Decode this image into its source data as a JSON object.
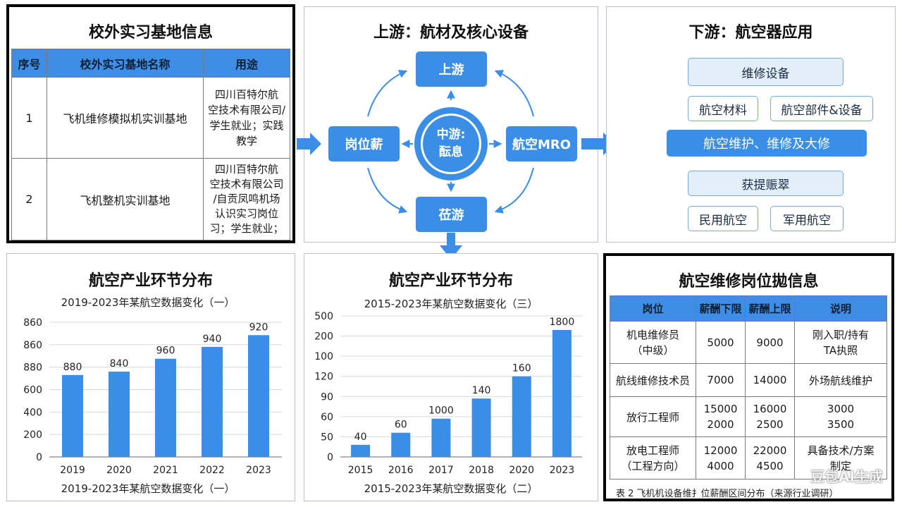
{
  "base_panel": {
    "title": "校外实习基地信息",
    "headers": [
      "序号",
      "校外实习基地名称",
      "用途"
    ],
    "rows": [
      {
        "no": "1",
        "name": "飞机维修模拟机实训基地",
        "use": [
          "四川百特尔航",
          "空技术有限公司/",
          "学生就业；实践",
          "教学"
        ]
      },
      {
        "no": "2",
        "name": "飞机整机实训基地",
        "use": [
          "四川百特尔航",
          "空技术有限公司",
          "/自贡凤鸣机场",
          "认识实习岗位",
          "习；学生就业；"
        ]
      }
    ]
  },
  "upstream_panel": {
    "title": "上游：航材及核心设备",
    "center": [
      "中游:",
      "酝息"
    ],
    "top": "上游",
    "bottom": "莅游",
    "left": "岗位薪",
    "right": "航空MRO"
  },
  "downstream_panel": {
    "title": "下游：航空器应用",
    "items": {
      "maintenance_equipment": "维修设备",
      "materials": "航空材料",
      "parts": "航空部件&设备",
      "main": "航空维护、维修及大修",
      "garbled": "获提赈翠",
      "civil": "民用航空",
      "military": "军用航空"
    }
  },
  "chart1_panel": {
    "title": "航空产业环节分布"
  },
  "chart2_panel": {
    "title": "航空产业环节分布"
  },
  "salary_panel": {
    "title": "航空维修岗位拋信息",
    "headers": [
      "岗位",
      "薪酬下限",
      "薪酬上限",
      "说明"
    ],
    "rows": [
      {
        "job": [
          "机电维修员",
          "（中级）"
        ],
        "low": [
          "5000"
        ],
        "high": [
          "9000"
        ],
        "note": [
          "刚入职/持有",
          "TA执照"
        ]
      },
      {
        "job": [
          "航线维修技术员"
        ],
        "low": [
          "7000"
        ],
        "high": [
          "14000"
        ],
        "note": [
          "外场航线维护"
        ]
      },
      {
        "job": [
          "放行工程师"
        ],
        "low": [
          "15000",
          "2000"
        ],
        "high": [
          "16000",
          "2500"
        ],
        "note": [
          "3000",
          "3500"
        ]
      },
      {
        "job": [
          "放电工程师",
          "（工程方向）"
        ],
        "low": [
          "12000",
          "4000"
        ],
        "high": [
          "22000",
          "4500"
        ],
        "note": [
          "具备技术/方案",
          "制定"
        ]
      }
    ],
    "caption": "表 2   飞机机设备维扌位薪酬区间分布（来源行业调研）"
  },
  "watermark": "豆包AI生成",
  "colors": {
    "bar": "#3a8ee6",
    "header": "#3f8ee6",
    "box": "#3a8ee6"
  },
  "chart_data": [
    {
      "type": "bar",
      "title": "2019-2023年某航空数据变化（一）",
      "xlabel": "2019-2023年某航空数据变化（一）",
      "categories": [
        "2019",
        "2020",
        "2021",
        "2022",
        "2023"
      ],
      "values": [
        730,
        760,
        875,
        980,
        1085
      ],
      "data_labels": [
        "880",
        "840",
        "960",
        "940",
        "920"
      ],
      "yticks": [
        "0",
        "200",
        "400",
        "600",
        "880",
        "860",
        "860"
      ],
      "grid": true
    },
    {
      "type": "bar",
      "title": "2015-2023年某航空数据变化（三）",
      "xlabel": "2015-2023年某航空数据变化（二）",
      "categories": [
        "2015",
        "2016",
        "2017",
        "2018",
        "2020",
        "2023"
      ],
      "values": [
        6,
        12,
        19,
        29,
        40,
        63
      ],
      "data_labels": [
        "40",
        "60",
        "1000",
        "140",
        "160",
        "1800"
      ],
      "yticks": [
        "0",
        "50",
        "60",
        "90",
        "120",
        "100",
        "200",
        "500"
      ],
      "grid": true
    }
  ]
}
